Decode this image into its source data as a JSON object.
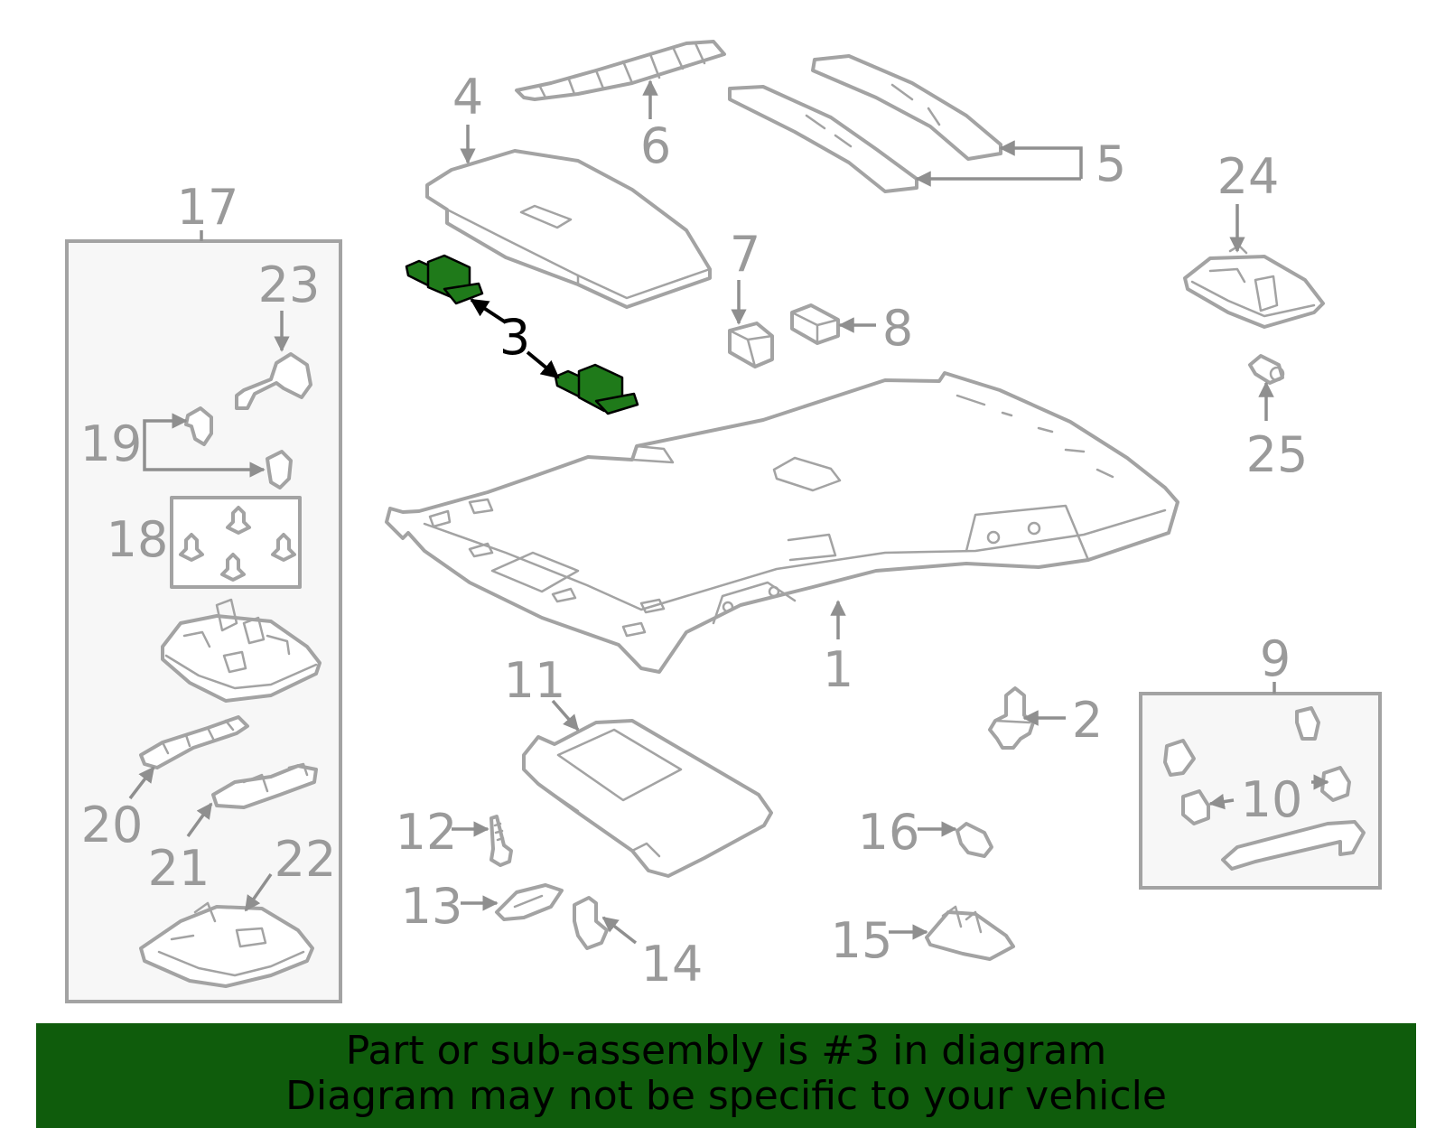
{
  "colors": {
    "banner": "#0f5c0c",
    "highlight_part": "#1f7a1a",
    "part_stroke": "#a3a3a3",
    "label": "#9a9a9a",
    "highlight_label": "#000000"
  },
  "highlighted_part": "3",
  "labels": {
    "p1": "1",
    "p2": "2",
    "p3": "3",
    "p4": "4",
    "p5": "5",
    "p6": "6",
    "p7": "7",
    "p8": "8",
    "p9": "9",
    "p10": "10",
    "p11": "11",
    "p12": "12",
    "p13": "13",
    "p14": "14",
    "p15": "15",
    "p16": "16",
    "p17": "17",
    "p18": "18",
    "p19": "19",
    "p20": "20",
    "p21": "21",
    "p22": "22",
    "p23": "23",
    "p24": "24",
    "p25": "25"
  },
  "banner": {
    "line1": "Part or sub-assembly is #3 in diagram",
    "line2": "Diagram may not be specific to your vehicle"
  }
}
